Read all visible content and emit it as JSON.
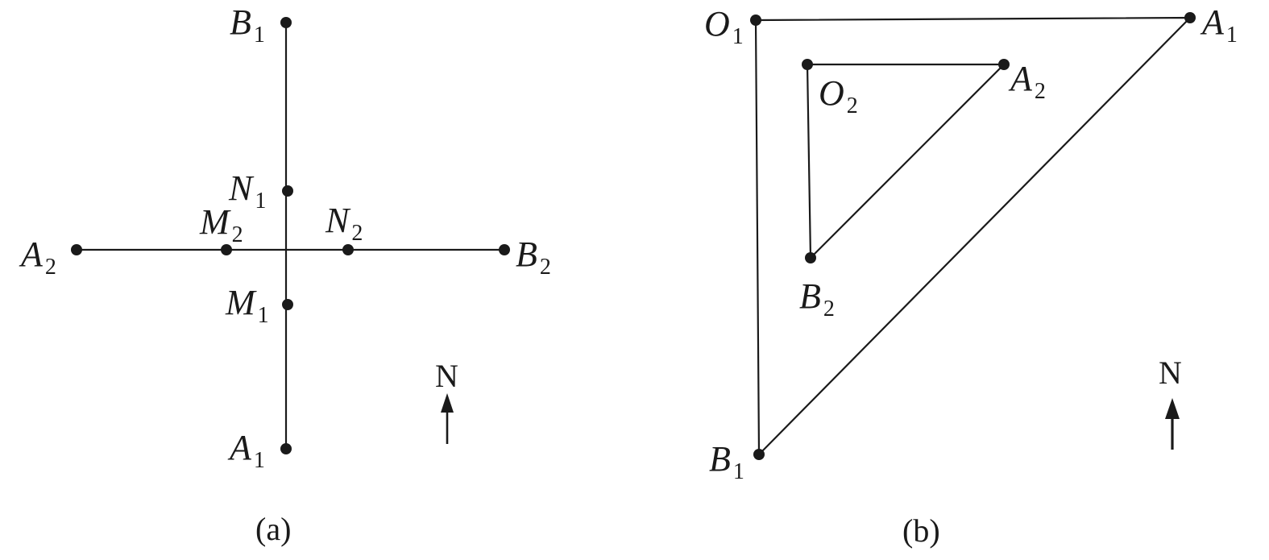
{
  "panel_a": {
    "caption": "(a)",
    "north": "N",
    "points": {
      "B1": {
        "letter": "B",
        "sub": "1"
      },
      "N1": {
        "letter": "N",
        "sub": "1"
      },
      "M1": {
        "letter": "M",
        "sub": "1"
      },
      "A1": {
        "letter": "A",
        "sub": "1"
      },
      "A2": {
        "letter": "A",
        "sub": "2"
      },
      "M2": {
        "letter": "M",
        "sub": "2"
      },
      "N2": {
        "letter": "N",
        "sub": "2"
      },
      "B2": {
        "letter": "B",
        "sub": "2"
      }
    }
  },
  "panel_b": {
    "caption": "(b)",
    "north": "N",
    "points": {
      "O1": {
        "letter": "O",
        "sub": "1"
      },
      "A1": {
        "letter": "A",
        "sub": "1"
      },
      "B1": {
        "letter": "B",
        "sub": "1"
      },
      "O2": {
        "letter": "O",
        "sub": "2"
      },
      "A2": {
        "letter": "A",
        "sub": "2"
      },
      "B2": {
        "letter": "B",
        "sub": "2"
      }
    }
  }
}
